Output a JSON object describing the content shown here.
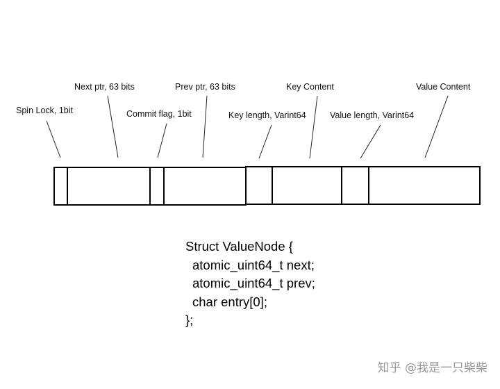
{
  "labels": {
    "spin_lock": "Spin Lock, 1bit",
    "next_ptr": "Next ptr, 63 bits",
    "commit_flag": "Commit flag, 1bit",
    "prev_ptr": "Prev ptr, 63 bits",
    "key_length": "Key length, Varint64",
    "key_content": "Key Content",
    "value_length": "Value length, Varint64",
    "value_content": "Value Content"
  },
  "code": {
    "line1": "Struct ValueNode {",
    "line2": "atomic_uint64_t next;",
    "line3": "atomic_uint64_t prev;",
    "line4": "char entry[0];",
    "line5": "};"
  },
  "watermark": "知乎 @我是一只柴柴"
}
